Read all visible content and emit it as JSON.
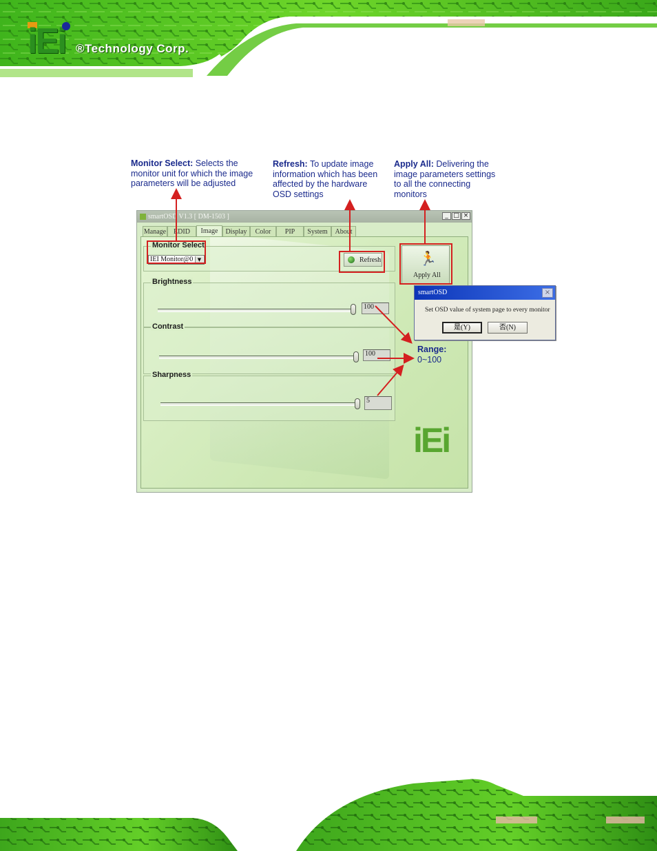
{
  "header": {
    "company": "®Technology Corp.",
    "logo_text": "iEi"
  },
  "callouts": {
    "monitor_select": {
      "title": "Monitor Select:",
      "line1": " Selects the",
      "line2": "monitor unit for which the image",
      "line3": "parameters will be adjusted"
    },
    "refresh": {
      "title": "Refresh:",
      "line1": " To update image",
      "line2": "information which has been",
      "line3": "affected by the hardware",
      "line4": "OSD settings"
    },
    "apply_all": {
      "title": "Apply All:",
      "line1": " Delivering the",
      "line2": "image parameters settings",
      "line3": "to all the connecting",
      "line4": "monitors"
    },
    "range": {
      "title": "Range:",
      "value": "0~100"
    }
  },
  "window": {
    "title": "smartOSD V1.3 [ DM-1503 ]",
    "tabs": [
      "Manage",
      "EDID",
      "Image",
      "Display",
      "Color",
      "PIP",
      "System",
      "About"
    ],
    "active_tab": "Image",
    "monitor_select": {
      "label": "Monitor Select",
      "selected": "IEI Monitor@0"
    },
    "refresh_label": "Refresh",
    "apply_all_label": "Apply All",
    "brightness": {
      "label": "Brightness",
      "value": "100",
      "level": 1.0
    },
    "contrast": {
      "label": "Contrast",
      "value": "100",
      "level": 1.0
    },
    "sharpness": {
      "label": "Sharpness",
      "value": "5",
      "level": 1.0
    },
    "logo_text": "iEi"
  },
  "dialog": {
    "title": "smartOSD",
    "message": "Set OSD value of system page to every monitor",
    "yes_label": "是(Y)",
    "no_label": "否(N)"
  },
  "colors": {
    "callout_text": "#1a2a8c",
    "highlight": "#d42020",
    "panel_green": "#d8ecc8"
  }
}
